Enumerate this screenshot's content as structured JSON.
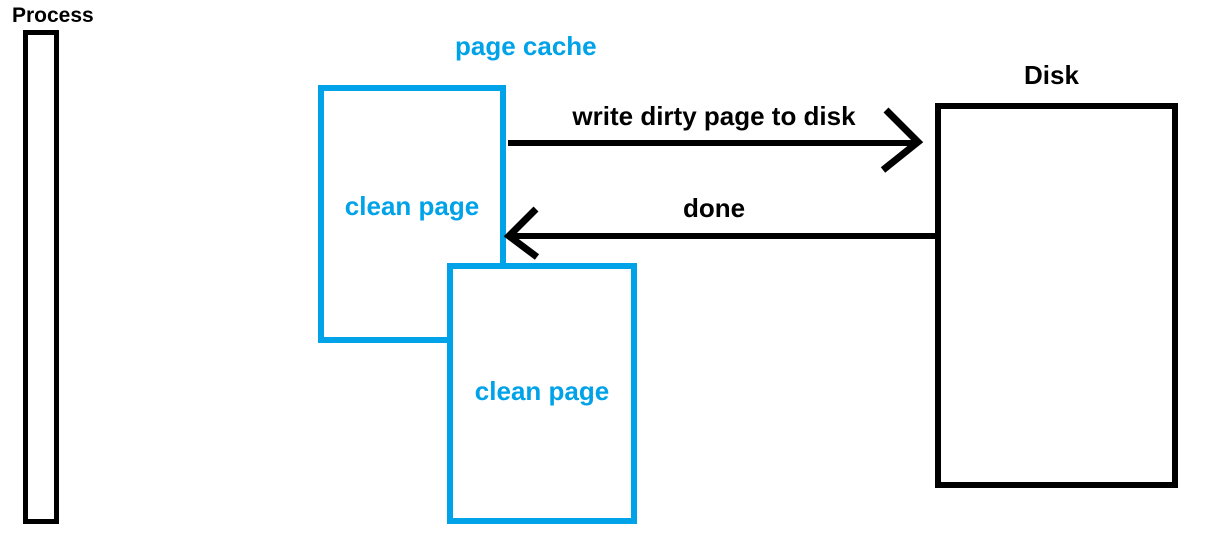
{
  "diagram": {
    "process": {
      "label": "Process"
    },
    "page_cache": {
      "label": "page cache",
      "pages": [
        {
          "label": "clean page"
        },
        {
          "label": "clean page"
        }
      ]
    },
    "disk": {
      "label": "Disk"
    },
    "arrows": [
      {
        "id": "write",
        "label": "write dirty page to disk",
        "direction": "page-cache-to-disk"
      },
      {
        "id": "done",
        "label": "done",
        "direction": "disk-to-page-cache"
      }
    ],
    "colors": {
      "accent_blue": "#00A2E8",
      "ink_black": "#000000",
      "background": "#FFFFFF"
    }
  }
}
